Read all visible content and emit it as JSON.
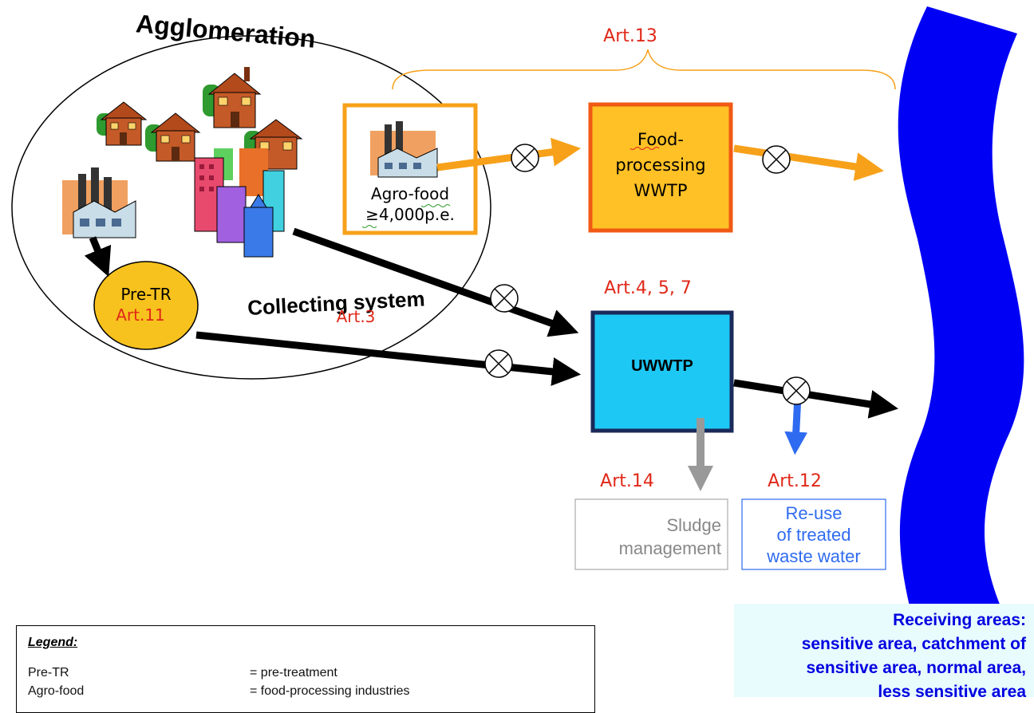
{
  "title": "Agglomeration",
  "collecting_system": {
    "label": "Collecting system",
    "article": "Art.3"
  },
  "pre_treatment": {
    "label": "Pre-TR",
    "article": "Art.11"
  },
  "agro_food": {
    "line1": "Agro-food",
    "line2": "≥4,000p.e."
  },
  "food_wwtp": {
    "line1": "Food-",
    "line2": "processing",
    "line3": "WWTP"
  },
  "art13": "Art.13",
  "uwwtp": {
    "label": "UWWTP",
    "articles": "Art.4, 5, 7"
  },
  "sludge": {
    "article": "Art.14",
    "line1": "Sludge",
    "line2": "management"
  },
  "reuse": {
    "article": "Art.12",
    "line1": "Re-use",
    "line2": "of treated",
    "line3": "waste water"
  },
  "receiving": {
    "line1": "Receiving areas:",
    "line2": "sensitive area, catchment of",
    "line3": "sensitive area, normal area,",
    "line4": "less sensitive area"
  },
  "legend": {
    "title": "Legend:",
    "items": [
      {
        "term": "Pre-TR",
        "definition": "= pre-treatment"
      },
      {
        "term": "Agro-food",
        "definition": "= food-processing industries"
      }
    ]
  },
  "colors": {
    "orange": "#f7a11a",
    "food_box": "#ffc125",
    "uwwtp_box": "#1ec8f5",
    "river": "#0000f5",
    "article_red": "#e02818",
    "reuse_blue": "#2f6bf0",
    "sludge_gray": "#999999",
    "pre_tr_fill": "#f7c21d"
  }
}
